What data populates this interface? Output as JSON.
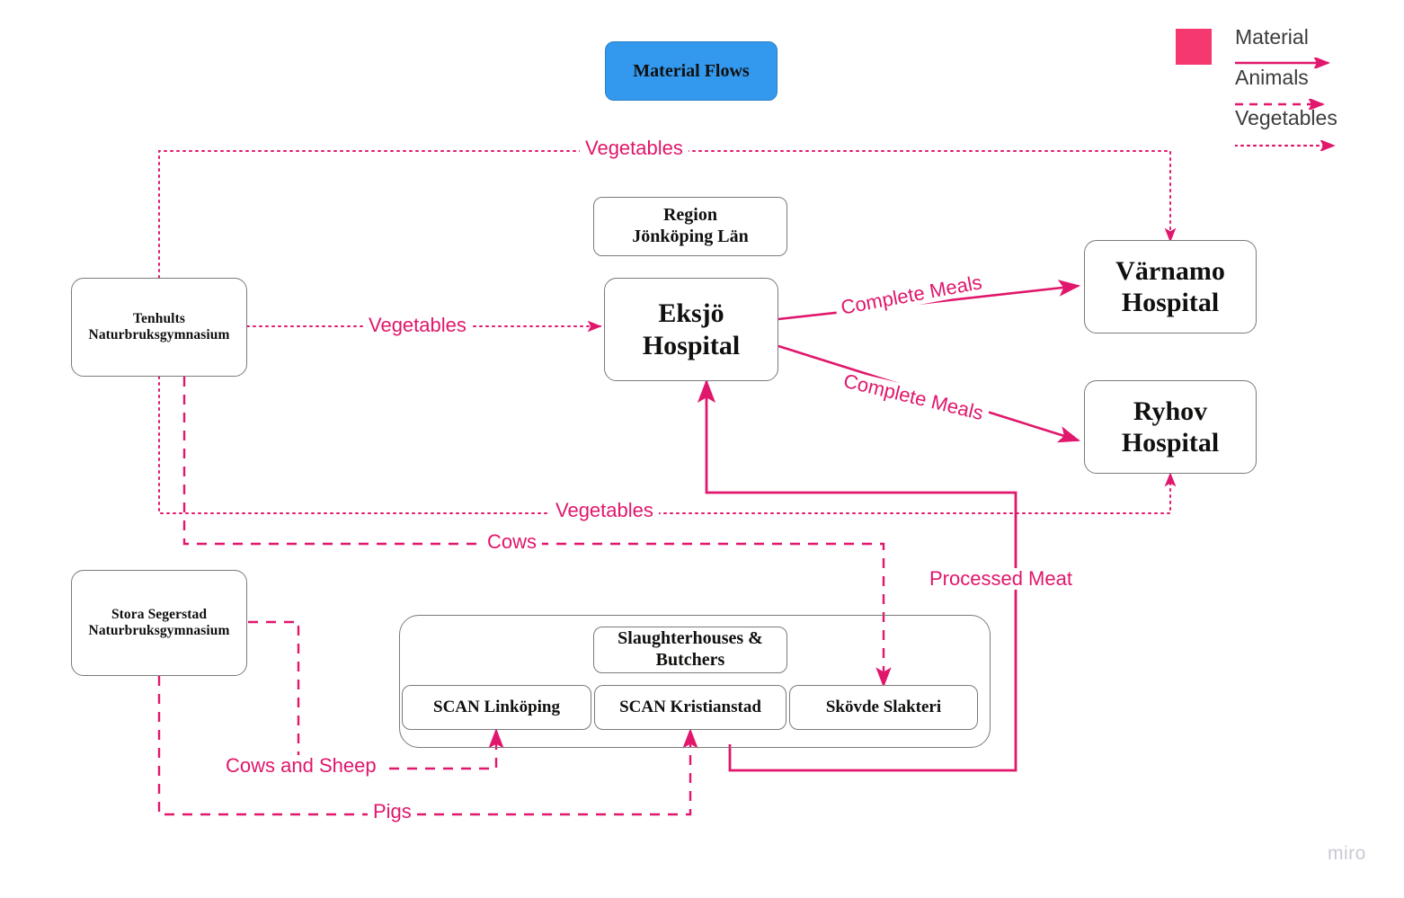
{
  "title": {
    "label": "Material Flows",
    "color": "#3399ee"
  },
  "legend": {
    "swatch_color": "#f5386f",
    "items": [
      {
        "label": "Material",
        "style": "solid",
        "arrow": true
      },
      {
        "label": "Animals",
        "style": "dashed",
        "arrow": true
      },
      {
        "label": "Vegetables",
        "style": "dotted",
        "arrow": true
      }
    ]
  },
  "flow_color": "#e0176c",
  "nodes": [
    {
      "id": "tenhults",
      "label": "Tenhults\nNaturbruksgymnasium"
    },
    {
      "id": "stora",
      "label": "Stora Segerstad\nNaturbruksgymnasium"
    },
    {
      "id": "region",
      "label": "Region\nJönköping Län"
    },
    {
      "id": "eksjo",
      "label": "Eksjö\nHospital"
    },
    {
      "id": "varnamo",
      "label": "Värnamo\nHospital"
    },
    {
      "id": "ryhov",
      "label": "Ryhov\nHospital"
    },
    {
      "id": "group",
      "label": "Slaughterhouses &\nButchers"
    },
    {
      "id": "scan_link",
      "label": "SCAN Linköping"
    },
    {
      "id": "scan_krist",
      "label": "SCAN Kristianstad"
    },
    {
      "id": "skovde",
      "label": "Skövde Slakteri"
    }
  ],
  "node_text": {
    "tenhults_l1": "Tenhults",
    "tenhults_l2": "Naturbruksgymnasium",
    "stora_l1": "Stora Segerstad",
    "stora_l2": "Naturbruksgymnasium",
    "region_l1": "Region",
    "region_l2": "Jönköping Län",
    "eksjo_l1": "Eksjö",
    "eksjo_l2": "Hospital",
    "varnamo_l1": "Värnamo",
    "varnamo_l2": "Hospital",
    "ryhov_l1": "Ryhov",
    "ryhov_l2": "Hospital",
    "group_l1": "Slaughterhouses &",
    "group_l2": "Butchers",
    "scan_link": "SCAN Linköping",
    "scan_krist": "SCAN Kristianstad",
    "skovde": "Skövde Slakteri"
  },
  "edges": [
    {
      "id": "veg_varnamo",
      "label": "Vegetables",
      "style": "dotted",
      "from": "tenhults",
      "to": "varnamo"
    },
    {
      "id": "veg_eksjo",
      "label": "Vegetables",
      "style": "dotted",
      "from": "tenhults",
      "to": "eksjo"
    },
    {
      "id": "veg_ryhov",
      "label": "Vegetables",
      "style": "dotted",
      "from": "tenhults",
      "to": "ryhov"
    },
    {
      "id": "cows",
      "label": "Cows",
      "style": "dashed",
      "from": "tenhults",
      "to": "skovde"
    },
    {
      "id": "meals_varnamo",
      "label": "Complete Meals",
      "style": "solid",
      "from": "eksjo",
      "to": "varnamo"
    },
    {
      "id": "meals_ryhov",
      "label": "Complete Meals",
      "style": "solid",
      "from": "eksjo",
      "to": "ryhov"
    },
    {
      "id": "processed",
      "label": "Processed Meat",
      "style": "solid",
      "from": "group",
      "to": "eksjo"
    },
    {
      "id": "cows_sheep",
      "label": "Cows and Sheep",
      "style": "dashed",
      "from": "stora",
      "to": "scan_link"
    },
    {
      "id": "pigs",
      "label": "Pigs",
      "style": "dashed",
      "from": "stora",
      "to": "scan_krist"
    }
  ],
  "watermark": "miro"
}
